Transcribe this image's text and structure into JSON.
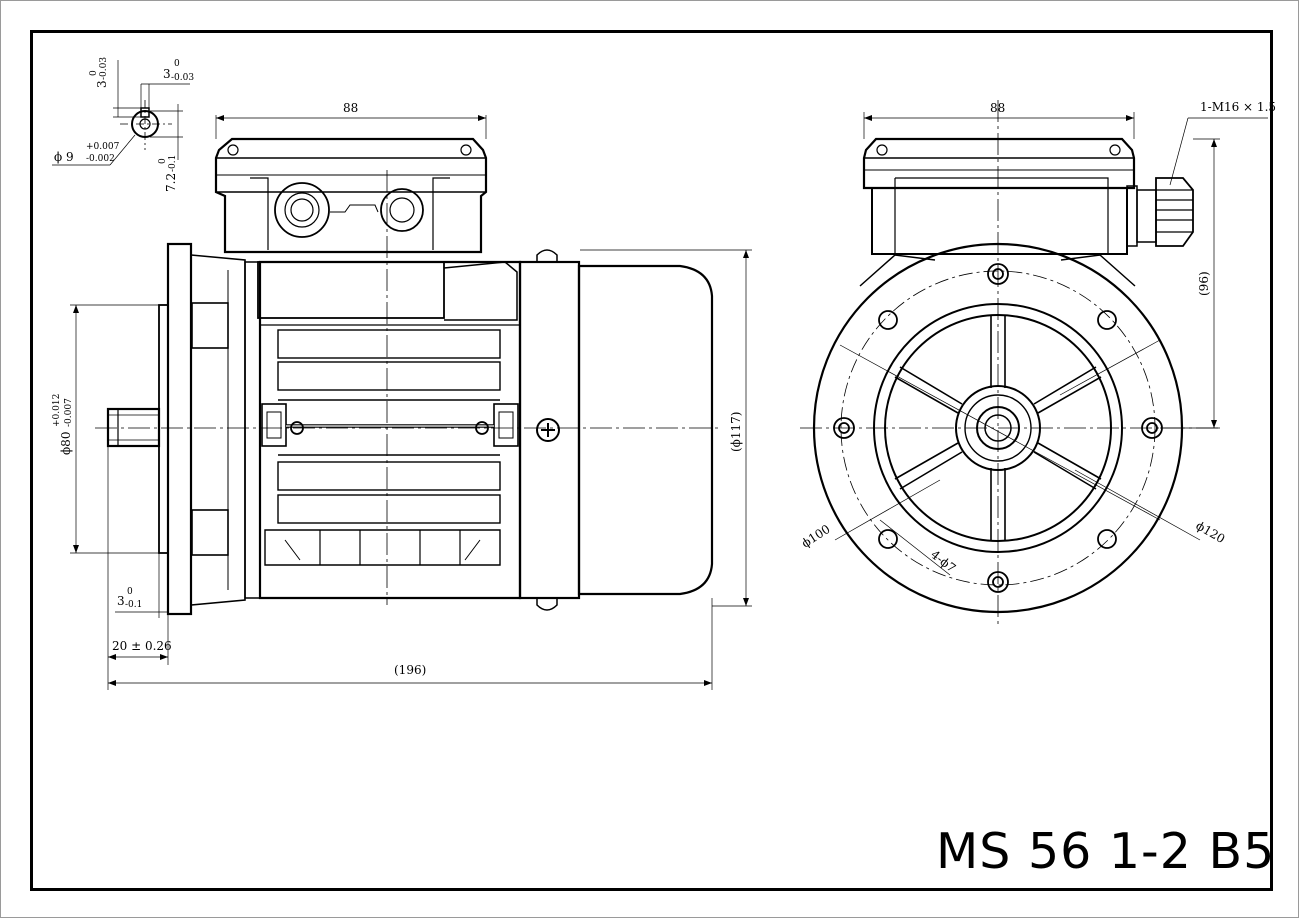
{
  "drawing": {
    "title": "MS 56 1-2 B5",
    "dimensions": {
      "box_width_side": "88",
      "box_width_front": "88",
      "overall_length": "(196)",
      "body_diameter": "(ϕ117)",
      "height_to_box": "(96)",
      "cable_gland": "1-M16 × 1.5",
      "spigot_diameter": "ϕ80",
      "spigot_tol_upper": "+0.012",
      "spigot_tol_lower": "-0.007",
      "shaft_length": "20 ± 0.26",
      "spigot_depth": "3",
      "spigot_depth_tol": "-0.1",
      "spigot_depth_tol_upper": "0",
      "shaft_diameter": "ϕ 9",
      "shaft_tol_upper": "+0.007",
      "shaft_tol_lower": "-0.002",
      "key_width": "3",
      "key_width_tol": "-0.03",
      "key_width_tol_upper": "0",
      "key_height": "3",
      "key_height_tol": "-0.03",
      "key_height_tol_upper": "0",
      "key_depth": "7.2",
      "key_depth_tol": "-0.1",
      "key_depth_tol_upper": "0",
      "flange_pcd": "ϕ100",
      "flange_diameter": "ϕ120",
      "flange_holes": "4-ϕ7"
    }
  }
}
